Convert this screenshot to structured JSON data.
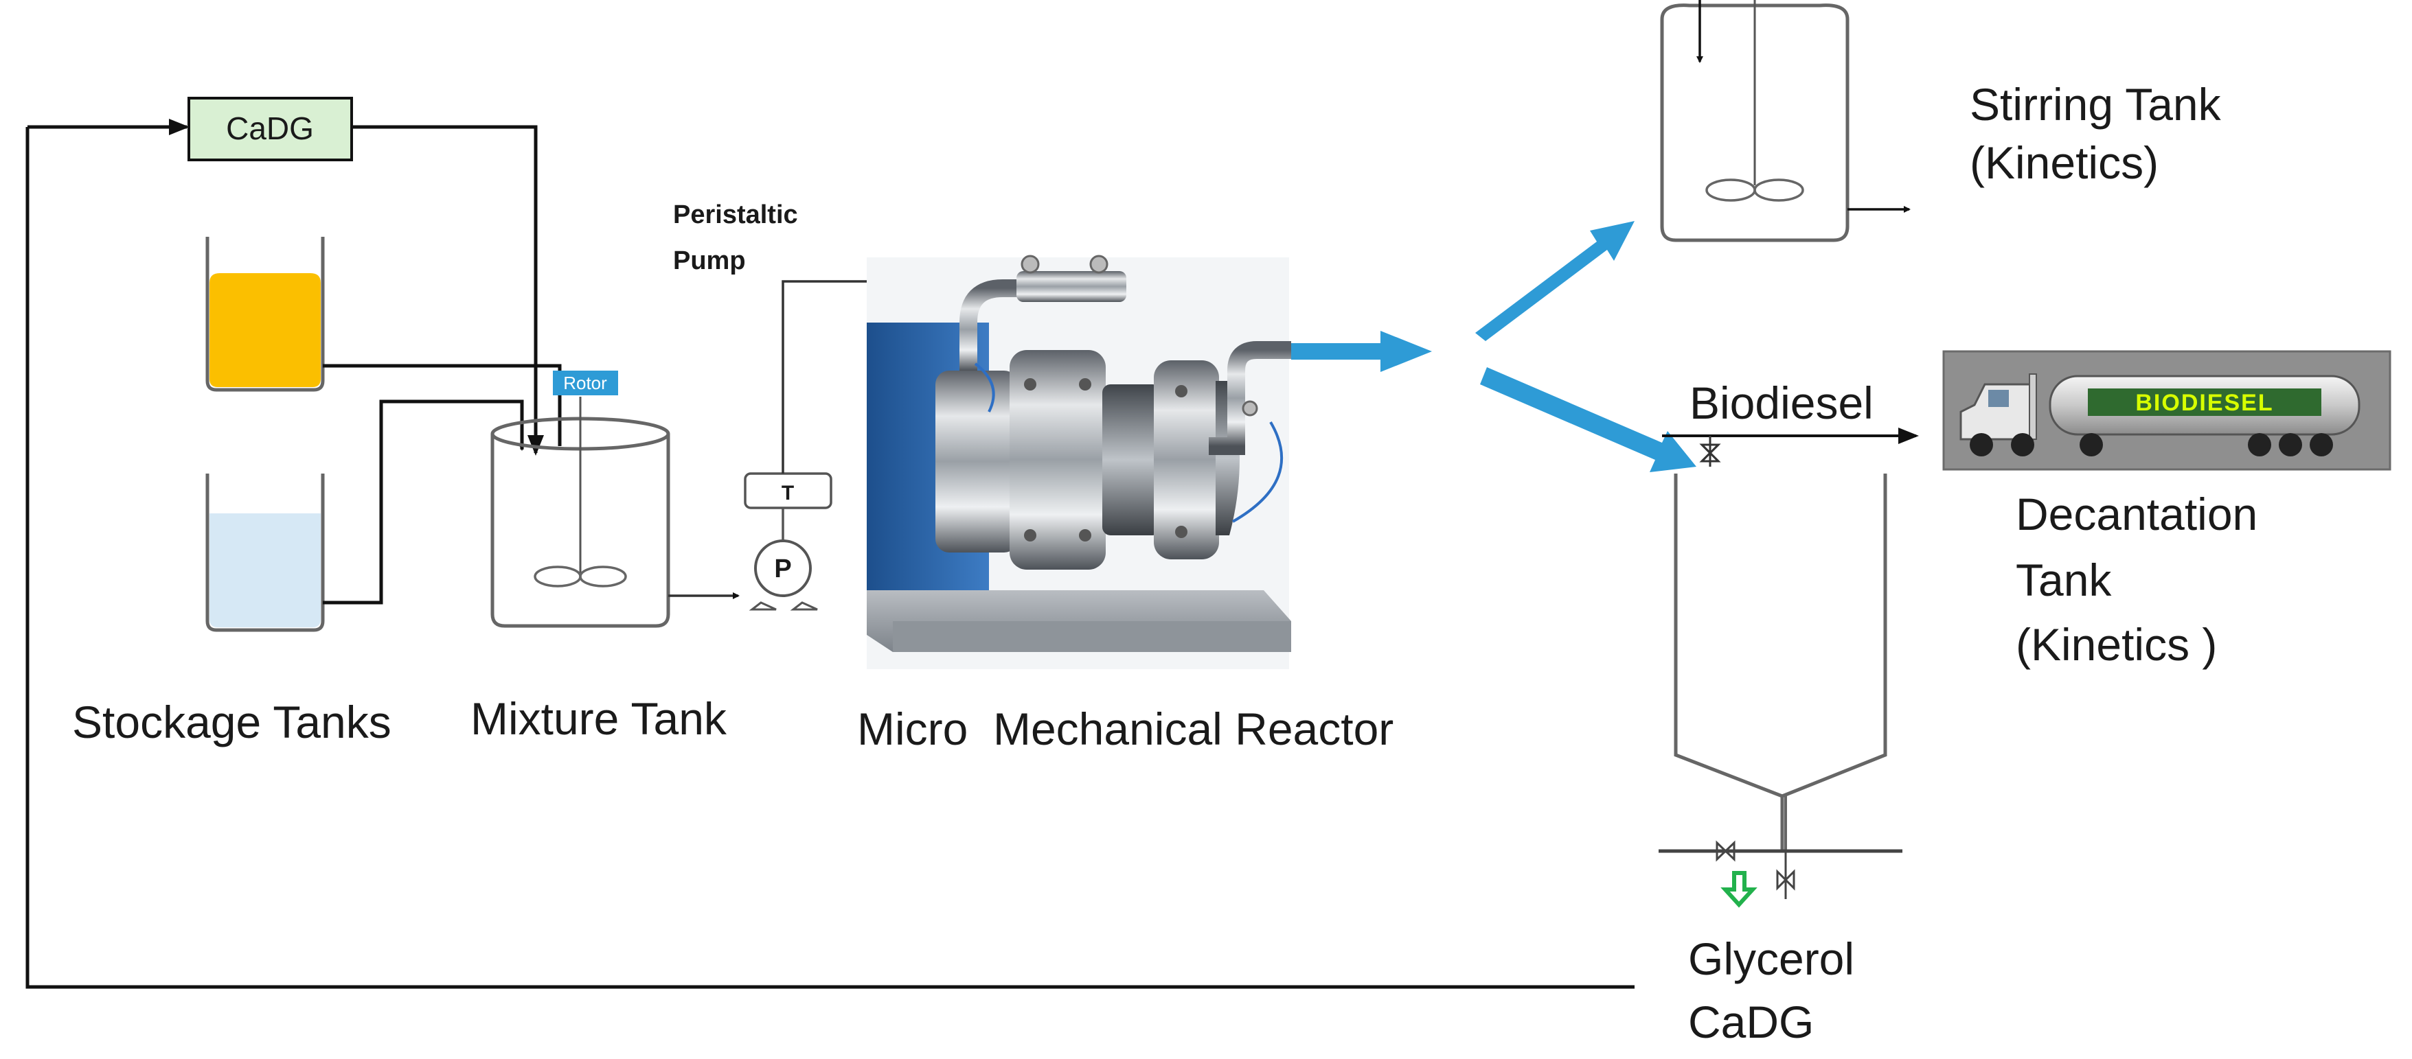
{
  "labels": {
    "cadg_box": "CaDG",
    "rotor": "Rotor",
    "peristaltic_pump": "Peristaltic\nPump",
    "pump_t": "T",
    "pump_p": "P",
    "stockage_tanks": "Stockage Tanks",
    "mixture_tank": "Mixture Tank",
    "reactor": "Micro  Mechanical Reactor",
    "stirring_tank": "Stirring Tank\n (Kinetics)",
    "biodiesel": "Biodiesel",
    "truck_sign": "BIODIESEL",
    "decantation_tank": "Decantation\nTank\n(Kinetics )",
    "glycerol": "Glycerol\nCaDG"
  },
  "colors": {
    "cadg_fill": "#d9f0d3",
    "oil": "#fbbf00",
    "water": "#d6e8f5",
    "flow_arrow": "#2e9bd6",
    "rotor_fill": "#2e9bd6",
    "drain_arrow": "#22b14c",
    "truck_sign_text": "#d8ff00"
  }
}
